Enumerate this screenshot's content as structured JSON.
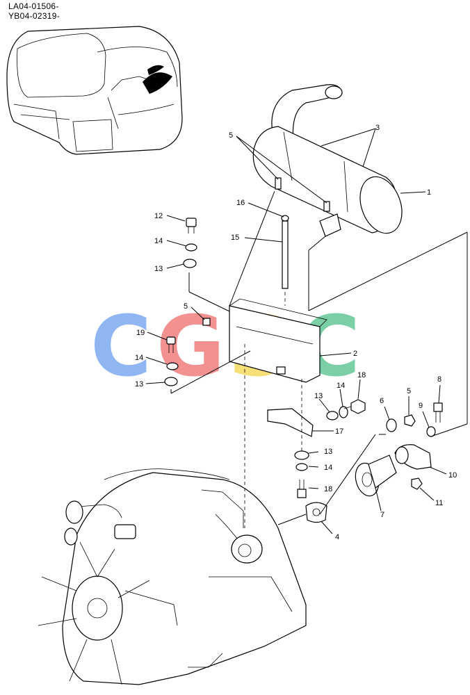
{
  "header": {
    "serial_line_1": "LA04-01506-",
    "serial_line_2": "YB04-02319-"
  },
  "watermark": {
    "letters": [
      {
        "char": "C",
        "color": "#6a9ef0"
      },
      {
        "char": "G",
        "color": "#ef6d6d"
      },
      {
        "char": "S",
        "color": "#f5d54a"
      },
      {
        "char": "C",
        "color": "#4fbf86"
      }
    ]
  },
  "callouts": [
    "1",
    "2",
    "3",
    "4",
    "5",
    "5",
    "5",
    "6",
    "7",
    "8",
    "9",
    "10",
    "11",
    "12",
    "13",
    "13",
    "13",
    "13",
    "14",
    "14",
    "14",
    "14",
    "15",
    "16",
    "17",
    "18",
    "18",
    "19"
  ],
  "parts": {
    "muffler": "1",
    "bracket": "2",
    "clamp_band": "3",
    "gasket": "4",
    "nut": "5",
    "washer": "6",
    "exhaust_pipe": "7",
    "bolt": "8",
    "spring_washer": "9",
    "clamp": "10",
    "lock_nut": "11",
    "hex_bolt": "12",
    "plain_washer": "13",
    "lock_washer": "14",
    "drain_tube": "15",
    "tube_fitting": "16",
    "support_plate": "17",
    "flange_bolt": "18",
    "stud_bolt": "19"
  }
}
